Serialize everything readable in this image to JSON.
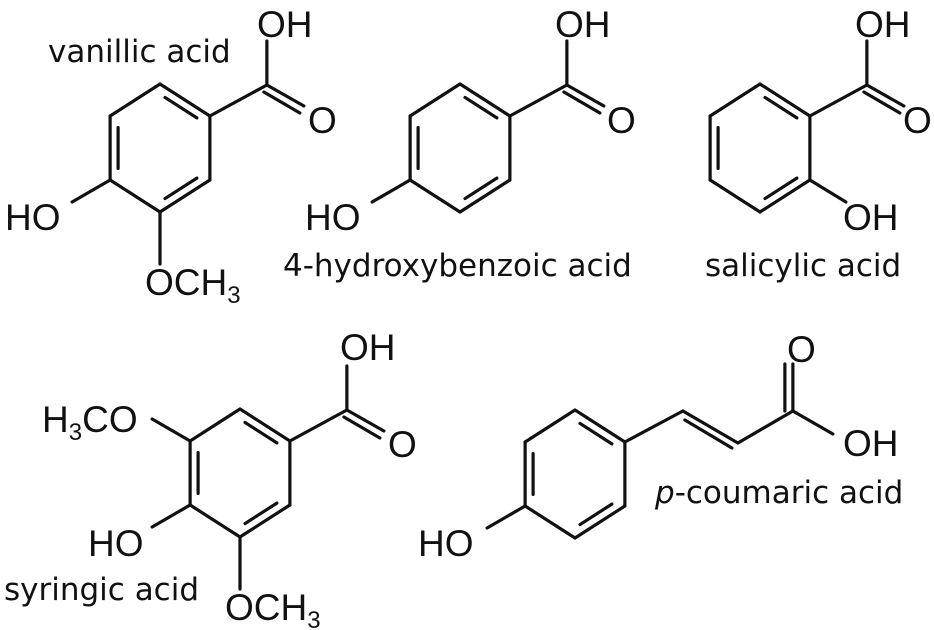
{
  "compounds": {
    "vanillic": {
      "name": "vanillic acid",
      "oh": "OH",
      "o": "O",
      "ho": "HO",
      "och3_main": "OCH",
      "och3_sub": "3"
    },
    "hydroxybenzoic": {
      "name": "4-hydroxybenzoic acid",
      "oh": "OH",
      "o": "O",
      "ho": "HO"
    },
    "salicylic": {
      "name": "salicylic acid",
      "oh": "OH",
      "o": "O",
      "oh2": "OH"
    },
    "syringic": {
      "name": "syringic acid",
      "oh": "OH",
      "o": "O",
      "h3co_h": "H",
      "h3co_sub": "3",
      "h3co_rest": "CO",
      "ho": "HO",
      "och3_main": "OCH",
      "och3_sub": "3"
    },
    "coumaric": {
      "name_prefix": "p",
      "name_rest": "-coumaric acid",
      "o": "O",
      "oh": "OH",
      "ho": "HO"
    }
  }
}
